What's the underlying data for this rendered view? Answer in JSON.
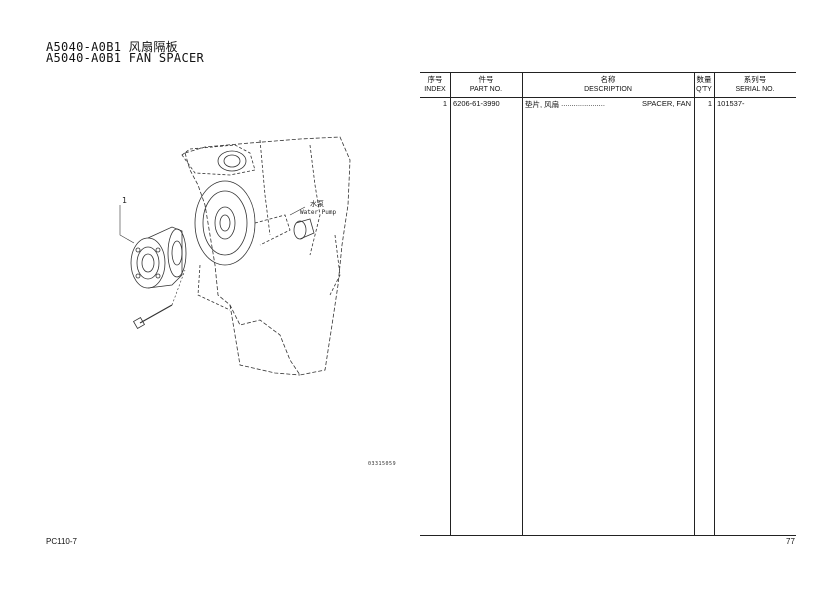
{
  "title": {
    "line1": "A5040-A0B1 风扇隔板",
    "line2": "A5040-A0B1 FAN SPACER"
  },
  "illustration": {
    "callout_index": "1",
    "label_cn": "水泵",
    "label_en": "Water Pump",
    "figure_code": "03315059"
  },
  "table": {
    "headers": {
      "index": {
        "cn": "序号",
        "en": "INDEX"
      },
      "part_no": {
        "cn": "件号",
        "en": "PART NO."
      },
      "description": {
        "cn": "名称",
        "en": "DESCRIPTION"
      },
      "qty": {
        "cn": "数量",
        "en": "Q'TY"
      },
      "serial": {
        "cn": "系列号",
        "en": "SERIAL NO."
      }
    },
    "rows": [
      {
        "index": "1",
        "part_no": "6206-61-3990",
        "description_cn": "垫片, 风扇",
        "description_dots": ".....................",
        "description_en": "SPACER, FAN",
        "qty": "1",
        "serial": "101537-"
      }
    ]
  },
  "footer": {
    "model": "PC110-7",
    "page": "77"
  }
}
